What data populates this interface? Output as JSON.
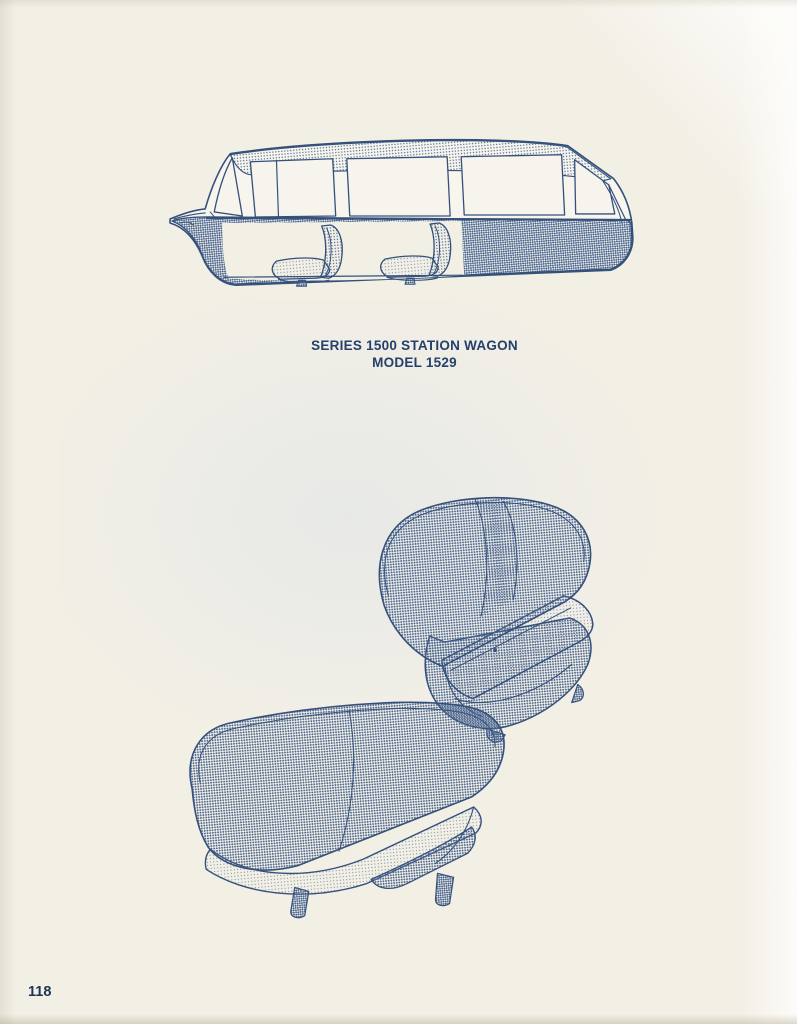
{
  "document": {
    "type": "scanned-catalog-page",
    "page_number": "118",
    "caption": {
      "line1": "SERIES 1500 STATION WAGON",
      "line2": "MODEL 1529"
    },
    "illustrations": [
      {
        "name": "station-wagon-interior-cutaway-side-view"
      },
      {
        "name": "front-bench-seat-three-quarter-view"
      },
      {
        "name": "bench-seat-rear-view"
      }
    ],
    "colors": {
      "paper": "#f2efe5",
      "ink_line": "#35517b",
      "halftone_dot": "#4b6690",
      "caption_text": "#24406b"
    }
  }
}
